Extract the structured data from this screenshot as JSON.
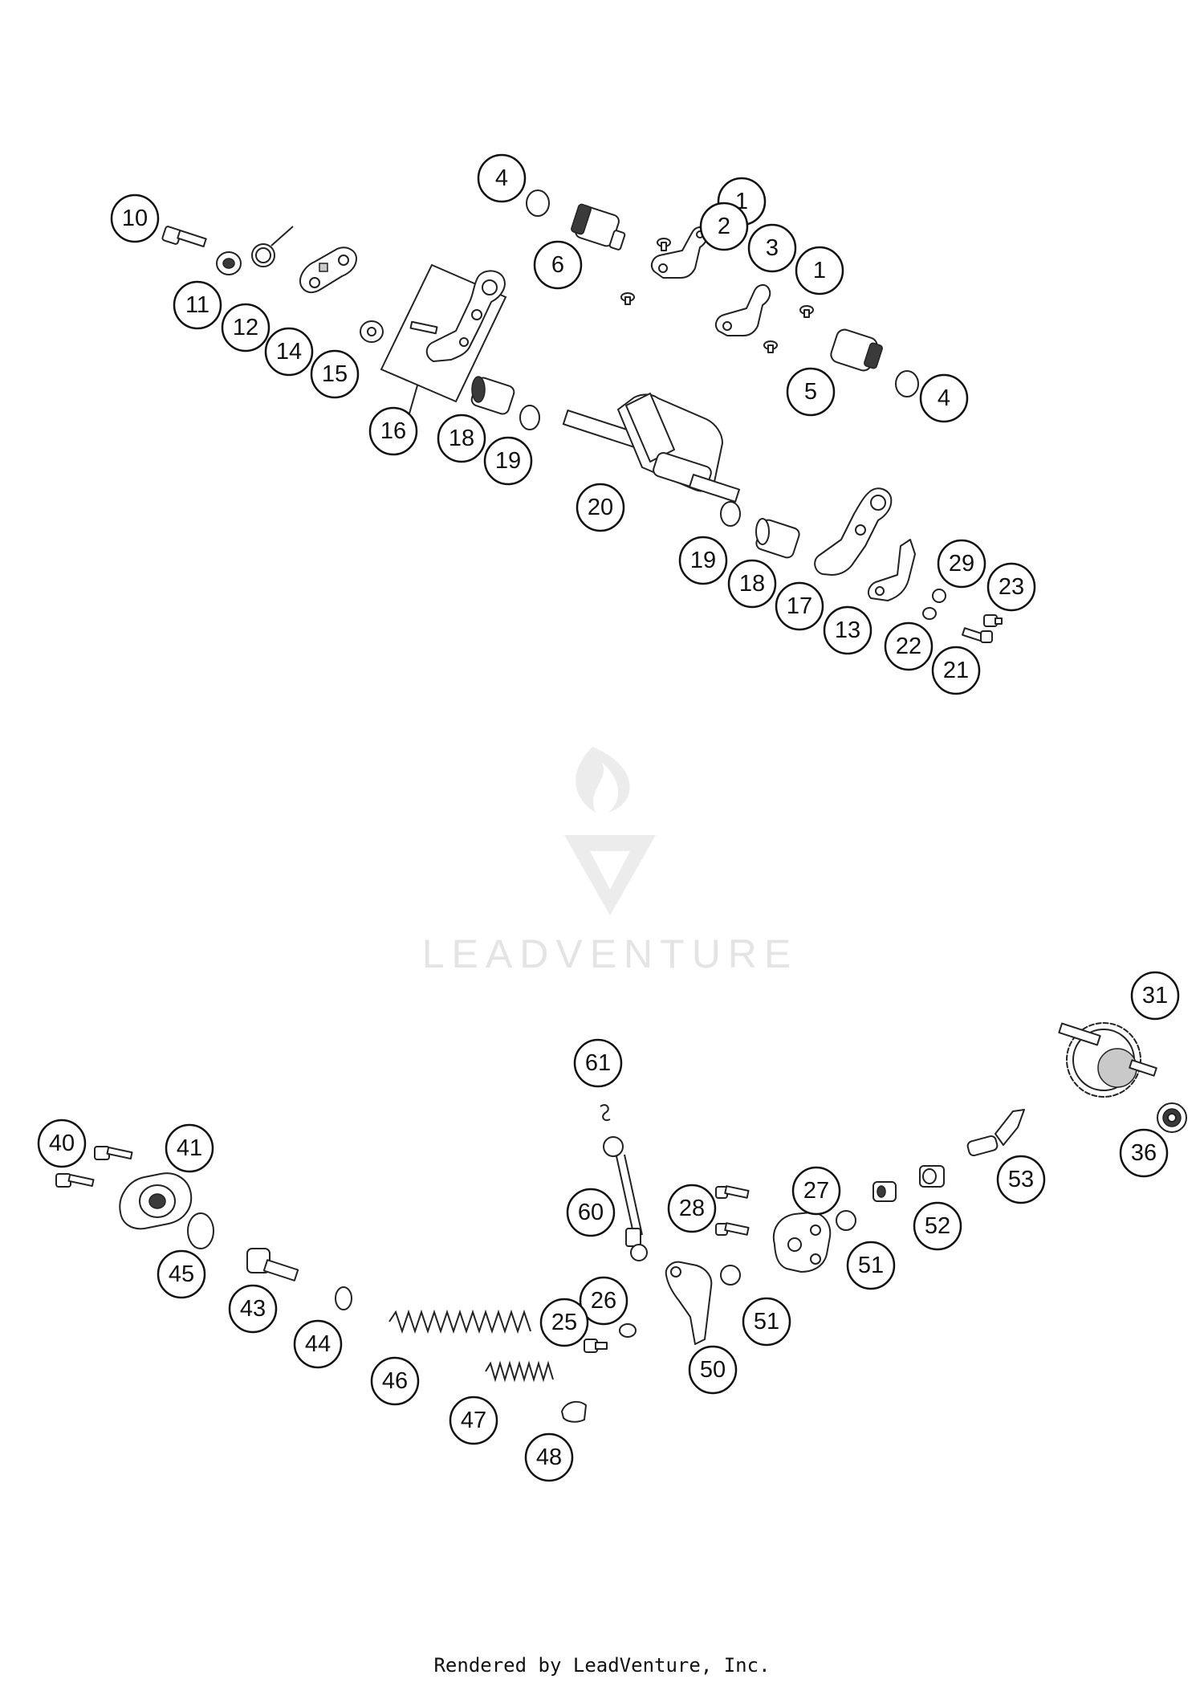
{
  "watermark": {
    "brand": "LEADVENTURE"
  },
  "footer": {
    "credit": "Rendered by LeadVenture, Inc."
  },
  "callouts": {
    "c4a": "4",
    "c1a": "1",
    "c10": "10",
    "c2": "2",
    "c3": "3",
    "c6": "6",
    "c1b": "1",
    "c11": "11",
    "c12": "12",
    "c14": "14",
    "c15": "15",
    "c5": "5",
    "c4b": "4",
    "c16": "16",
    "c18a": "18",
    "c19a": "19",
    "c20": "20",
    "c19b": "19",
    "c29": "29",
    "c23": "23",
    "c18b": "18",
    "c17": "17",
    "c13": "13",
    "c22": "22",
    "c21": "21",
    "c31": "31",
    "c61": "61",
    "c36": "36",
    "c40": "40",
    "c41": "41",
    "c27": "27",
    "c53": "53",
    "c28": "28",
    "c60": "60",
    "c52": "52",
    "c45": "45",
    "c51a": "51",
    "c26": "26",
    "c43": "43",
    "c51b": "51",
    "c25": "25",
    "c44": "44",
    "c50": "50",
    "c46": "46",
    "c47": "47",
    "c48": "48"
  }
}
